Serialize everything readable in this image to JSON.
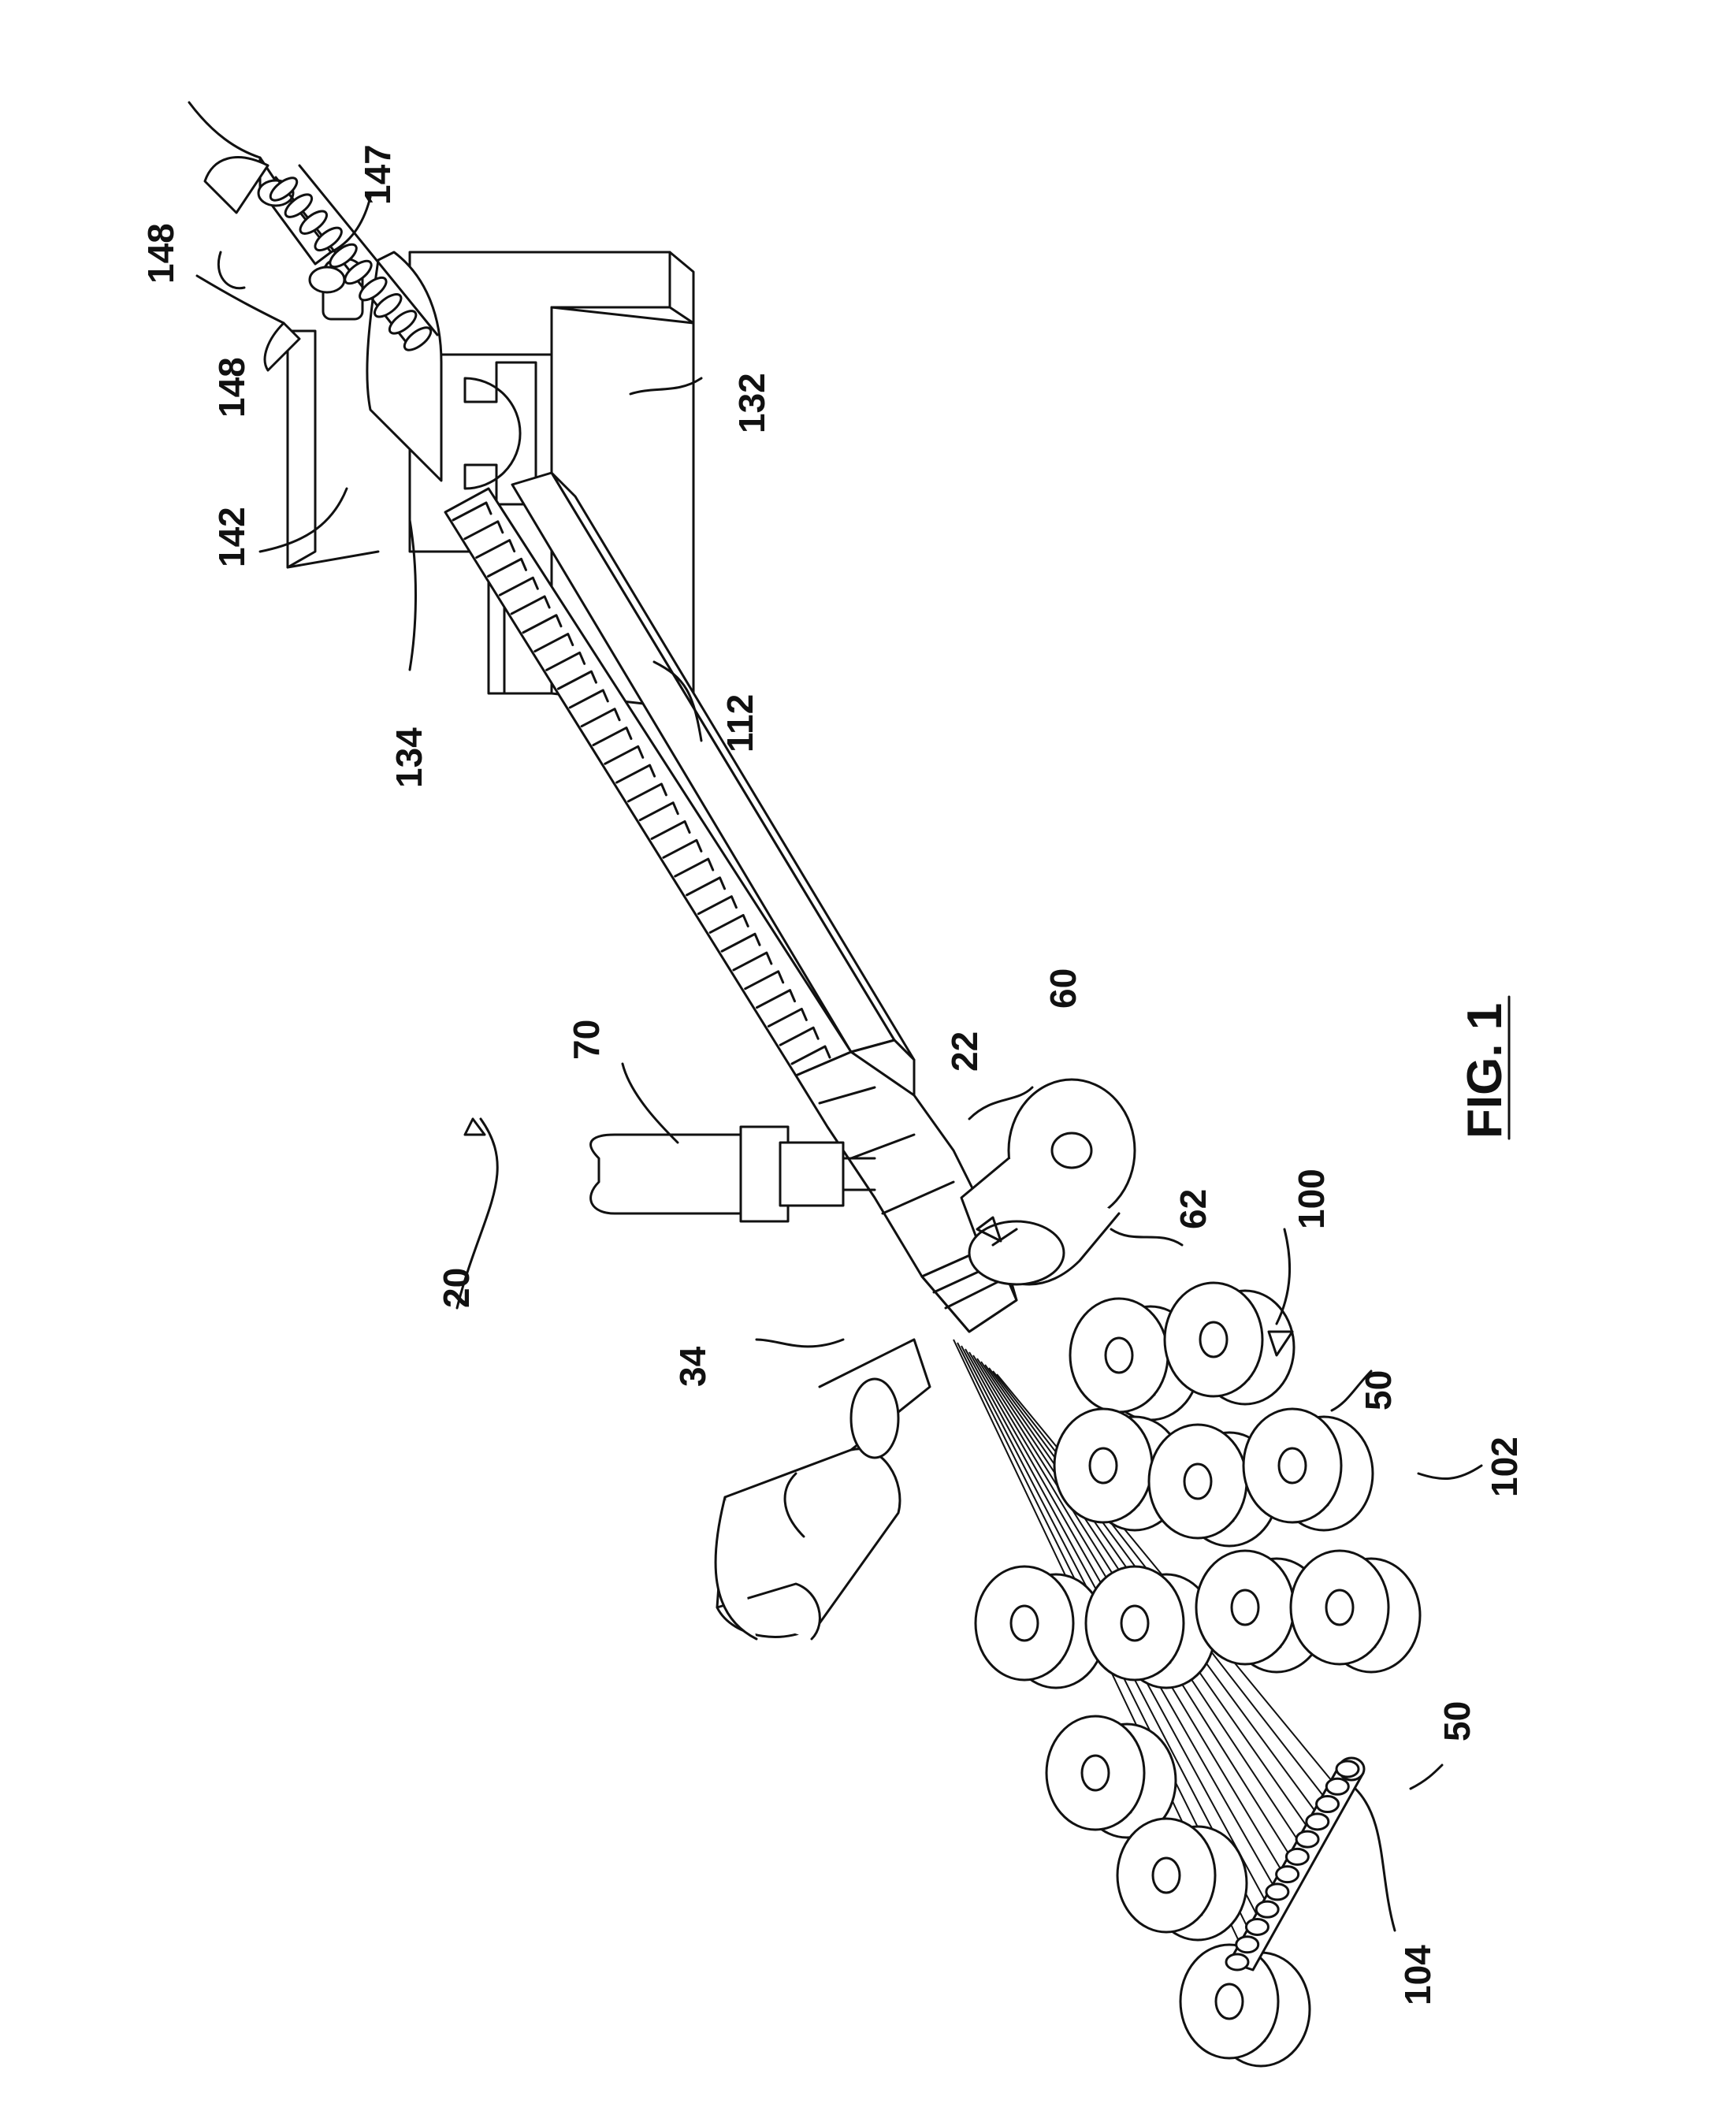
{
  "figure": {
    "caption": "FIG. 1"
  },
  "labels": {
    "system": "20",
    "die": "22",
    "extruder": "34",
    "spool_large": "60",
    "film": "62",
    "extruder_top": "70",
    "creel": "100",
    "spool_front": "102",
    "guide_roller": "104",
    "cooling_trough": "112",
    "puller": "132",
    "profile": "134",
    "cutter": "142",
    "roller_pair": "147",
    "arm_a": "148",
    "arm_b": "148",
    "strand_a": "50",
    "strand_b": "50"
  }
}
